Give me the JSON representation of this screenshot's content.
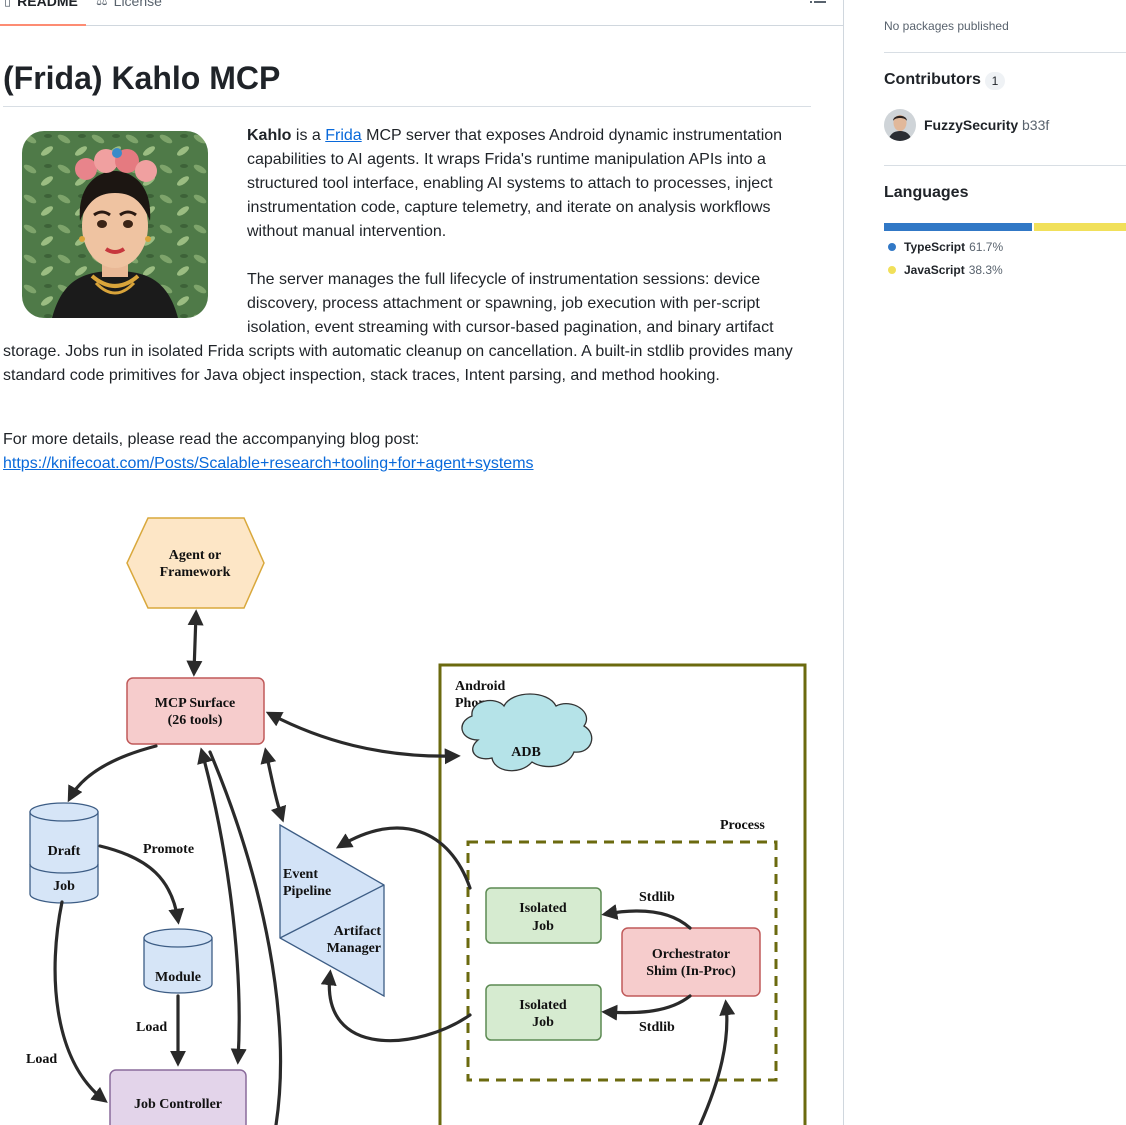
{
  "tabs": {
    "readme": "README",
    "license": "License"
  },
  "readme": {
    "title": "(Frida) Kahlo MCP",
    "p1_bold": "Kahlo",
    "p1_a": " is a ",
    "p1_link": "Frida",
    "p1_b": " MCP server that exposes Android dynamic instrumentation capabilities to AI agents. It wraps Frida's runtime manipulation APIs into a structured tool interface, enabling AI systems to attach to processes, inject instrumentation code, capture telemetry, and iterate on analysis workflows without manual intervention.",
    "p2a": "The server manages the full lifecycle of instrumentation sessions: device discovery, process attachment or spawning, job execution with per-script isolation, event streaming with cursor-based pagination, and binary artifact",
    "p2b": "storage. Jobs run in isolated Frida scripts with automatic cleanup on cancellation. A built-in stdlib provides many standard code primitives for Java object inspection, stack traces, Intent parsing, and method hooking.",
    "p3": "For more details, please read the accompanying blog post:",
    "blog_link": "https://knifecoat.com/Posts/Scalable+research+tooling+for+agent+systems"
  },
  "diagram": {
    "agent_l1": "Agent or",
    "agent_l2": "Framework",
    "mcp_l1": "MCP Surface",
    "mcp_l2": "(26 tools)",
    "android_l1": "Android",
    "android_l2": "Phone",
    "adb": "ADB",
    "process": "Process",
    "draft": "Draft",
    "job": "Job",
    "promote": "Promote",
    "module": "Module",
    "load1": "Load",
    "load2": "Load",
    "job_controller": "Job Controller",
    "event_l1": "Event",
    "event_l2": "Pipeline",
    "artifact_l1": "Artifact",
    "artifact_l2": "Manager",
    "iso1_l1": "Isolated",
    "iso1_l2": "Job",
    "iso2_l1": "Isolated",
    "iso2_l2": "Job",
    "stdlib1": "Stdlib",
    "stdlib2": "Stdlib",
    "orch_l1": "Orchestrator",
    "orch_l2": "Shim (In-Proc)"
  },
  "sidebar": {
    "packages": "No packages published",
    "contributors_heading": "Contributors",
    "contributors_count": "1",
    "contributor_name": "FuzzySecurity",
    "contributor_handle": "b33f",
    "languages_heading": "Languages",
    "languages": [
      {
        "name": "TypeScript",
        "percent_label": "61.7%",
        "percent": 61.7,
        "color": "#3178c6"
      },
      {
        "name": "JavaScript",
        "percent_label": "38.3%",
        "percent": 38.3,
        "color": "#f1e05a"
      }
    ]
  },
  "icons": {
    "readme": "book-icon",
    "license": "law-icon",
    "toc": "list-icon"
  }
}
